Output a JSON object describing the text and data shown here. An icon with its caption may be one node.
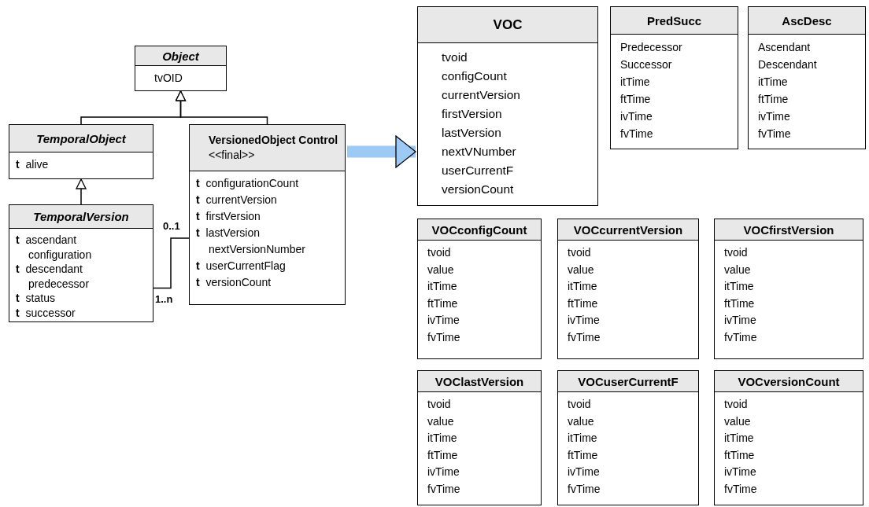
{
  "diagram": {
    "nodes": [
      {
        "text": [
          "Object",
          "tvOID"
        ]
      },
      {
        "text": [
          "TemporalObject",
          "**t** alive"
        ]
      },
      {
        "text": [
          "**VersionedObject Control** <<final>>",
          "**t** configurationCount",
          "**t** currentVersion",
          "**t** firstVersion",
          "**t** lastVersion",
          "nextVersionNumber",
          "**t** userCurrentFlag",
          "**t** versionCount"
        ]
      },
      {
        "text": [
          "TemporalVersion",
          "**t** ascendant",
          "configuration",
          "**t** descendant",
          "predecessor",
          "**t** status",
          "**t** successor"
        ]
      },
      {
        "text": [
          "VOC",
          "tvoid",
          "configCount",
          "currentVersion",
          "firstVersion",
          "lastVersion",
          "nextVNumber",
          "userCurrentF",
          "versionCount"
        ]
      },
      {
        "text": [
          "PredSucc",
          "Predecessor",
          "Successor",
          "itTime",
          "ftTime",
          "ivTime",
          "fvTime"
        ]
      },
      {
        "text": [
          "AscDesc",
          "Ascendant",
          "Descendant",
          "itTime",
          "ftTime",
          "ivTime",
          "fvTime"
        ]
      },
      {
        "text": [
          "VOCconfigCount",
          "tvoid",
          "value",
          "itTime",
          "ftTime",
          "ivTime",
          "fvTime"
        ]
      },
      {
        "text": [
          "VOCcurrentVersion",
          "tvoid",
          "value",
          "itTime",
          "ftTime",
          "ivTime",
          "fvTime"
        ]
      },
      {
        "text": [
          "VOCfirstVersion",
          "tvoid",
          "value",
          "itTime",
          "ftTime",
          "ivTime",
          "fvTime"
        ]
      },
      {
        "text": [
          "VOClastVersion",
          "tvoid",
          "value",
          "itTime",
          "ftTime",
          "ivTime",
          "fvTime"
        ]
      },
      {
        "text": [
          "VOCuserCurrentF",
          "tvoid",
          "value",
          "itTime",
          "ftTime",
          "ivTime",
          "fvTime"
        ]
      },
      {
        "text": [
          "VOCversionCount",
          "tvoid",
          "value",
          "itTime",
          "ftTime",
          "ivTime",
          "fvTime"
        ]
      }
    ],
    "edges": [
      {
        "from": 1,
        "to": 0,
        "arrow": "to"
      },
      {
        "from": 2,
        "to": 0,
        "arrow": "to"
      },
      {
        "from": 3,
        "to": 1,
        "arrow": "to"
      },
      {
        "from": 3,
        "to": 2,
        "arrow": "none"
      },
      {
        "from": 2,
        "to": 4,
        "arrow": "to",
        "style": "thick",
        "color": "#9dc9f5"
      }
    ],
    "labels": [
      "0..1",
      "1..n"
    ]
  }
}
